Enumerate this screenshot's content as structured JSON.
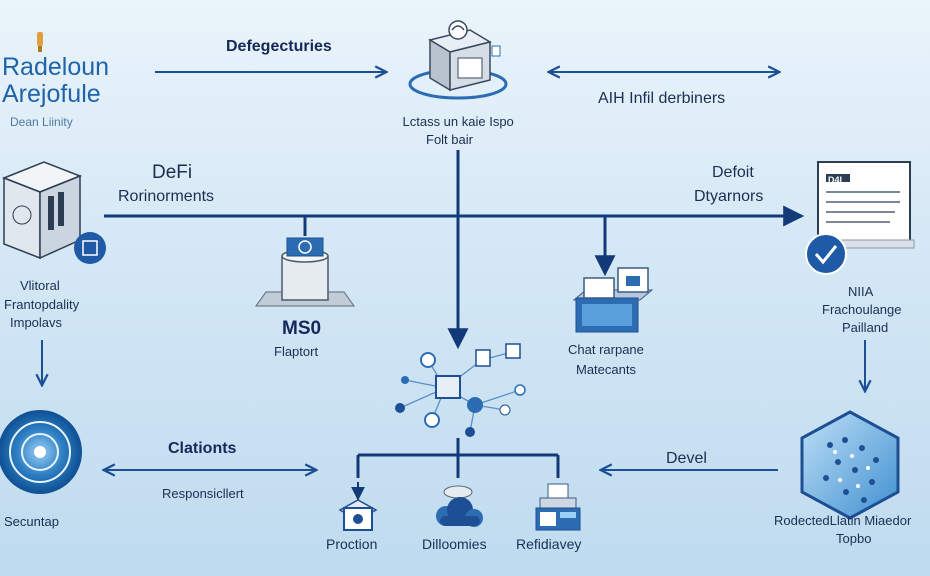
{
  "brand": {
    "line1": "Radeloun",
    "line2": "Arejofule",
    "subtitle": "Dean Liinity"
  },
  "nodes": {
    "top_arrow_label": "Defegecturies",
    "top_center_caption_1": "Lctass un kaie Ispo",
    "top_center_caption_2": "Folt bair",
    "top_right_label": "AIH Infil derbiners",
    "left_defi_title": "DeFi",
    "left_defi_sub": "Rorinorments",
    "right_defoit_title": "Defoit",
    "right_defoit_sub": "Dtyarnors",
    "left_virtual_1": "Vlitoral",
    "left_virtual_2": "Frantopdality",
    "left_virtual_3": "Impolavs",
    "mso_title": "MS0",
    "mso_sub": "Flaptort",
    "chat_1": "Chat rarpane",
    "chat_2": "Matecants",
    "right_doc_badge": "NIIA",
    "right_doc_1": "Frachoulange",
    "right_doc_2": "Pailland",
    "bottom_left_title": "Clationts",
    "bottom_left_sub": "Responsicllert",
    "bottom_left_disc": "Secuntap",
    "devel": "Devel",
    "bottom_right_1": "RodectedLlatin Miaedor",
    "bottom_right_2": "Topbo",
    "proction": "Proction",
    "dilomies": "Dilloomies",
    "reficiency": "Refidiavey",
    "doc_header": "D4I"
  },
  "colors": {
    "navy": "#123a78",
    "arrow_blue": "#1c4f93",
    "accent": "#2b6cb3",
    "light_blue": "#5aa0dd",
    "gray": "#8a97a6"
  },
  "icons": [
    "server-cube-icon",
    "isometric-box-icon",
    "disc-icon",
    "mso-server-icon",
    "network-hub-icon",
    "chat-devices-icon",
    "document-check-icon",
    "hex-data-icon",
    "proction-box-icon",
    "cloud-icon",
    "server-stack-icon"
  ]
}
